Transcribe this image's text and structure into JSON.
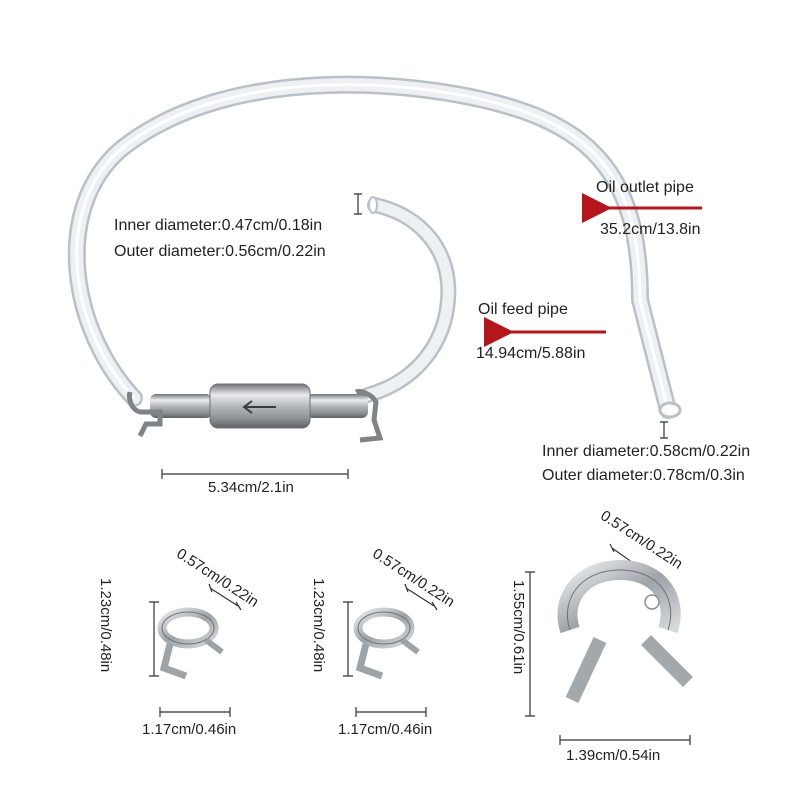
{
  "outlet_pipe": {
    "title": "Oil outlet pipe",
    "length": "35.2cm/13.8in",
    "inner_diameter": "Inner diameter:0.58cm/0.22in",
    "outer_diameter": "Outer diameter:0.78cm/0.3in"
  },
  "feed_pipe": {
    "title": "Oil feed pipe",
    "length": "14.94cm/5.88in",
    "inner_diameter": "Inner diameter:0.47cm/0.18in",
    "outer_diameter": "Outer diameter:0.56cm/0.22in"
  },
  "filter": {
    "length": "5.34cm/2.1in"
  },
  "clips": [
    {
      "width": "0.57cm/0.22in",
      "height": "1.23cm/0.48in",
      "length": "1.17cm/0.46in"
    },
    {
      "width": "0.57cm/0.22in",
      "height": "1.23cm/0.48in",
      "length": "1.17cm/0.46in"
    },
    {
      "width": "0.57cm/0.22in",
      "height": "1.55cm/0.61in",
      "length": "1.39cm/0.54in"
    }
  ],
  "colors": {
    "arrow": "#b3171c",
    "tube": "#e6eaee",
    "tube_edge": "#b9c0c8",
    "metal": "#a9adb2"
  }
}
